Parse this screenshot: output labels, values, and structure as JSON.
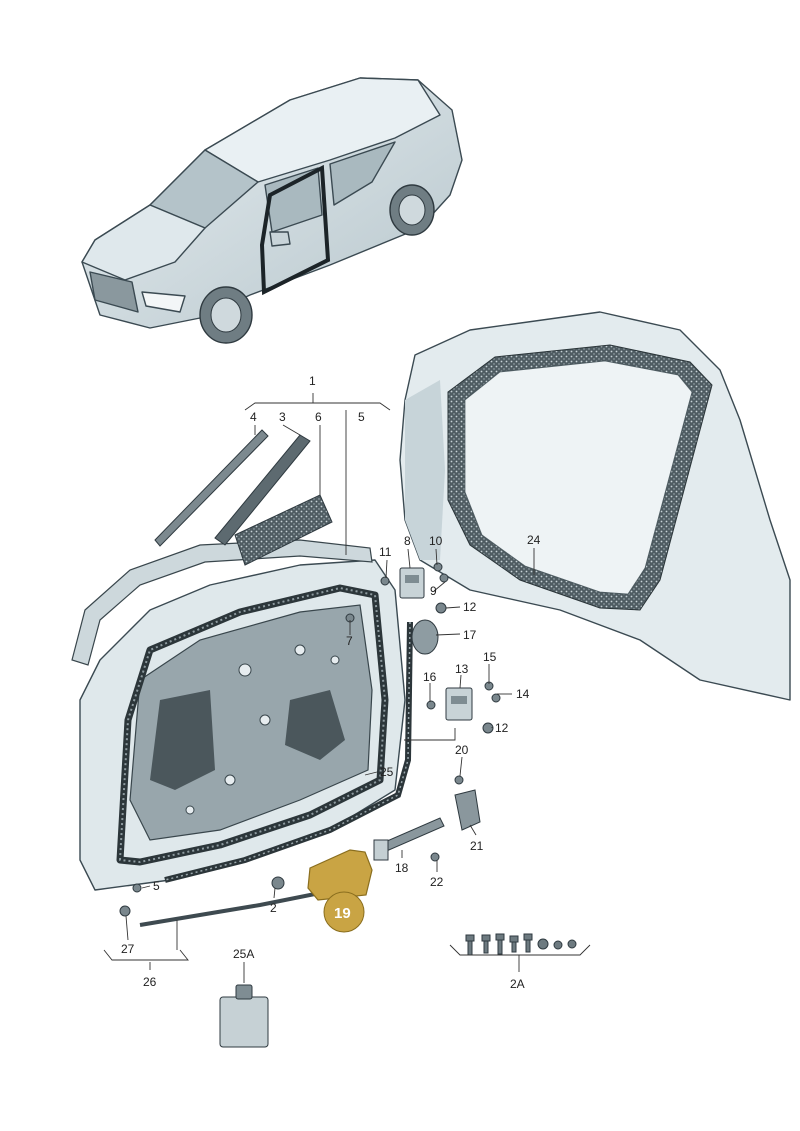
{
  "diagram": {
    "highlight_color": "#c9a444",
    "body_color": "#dde6ea",
    "shade_color": "#b9c7cd",
    "callouts": {
      "p1": "1",
      "p2": "2",
      "p2A": "2A",
      "p3": "3",
      "p4": "4",
      "p5a": "5",
      "p5b": "5",
      "p6": "6",
      "p7": "7",
      "p8": "8",
      "p9": "9",
      "p10": "10",
      "p11": "11",
      "p12a": "12",
      "p12b": "12",
      "p13": "13",
      "p14": "14",
      "p15": "15",
      "p16": "16",
      "p17": "17",
      "p18": "18",
      "p19": "19",
      "p20": "20",
      "p21": "21",
      "p22": "22",
      "p24": "24",
      "p25": "25",
      "p25A": "25A",
      "p26": "26",
      "p27": "27"
    }
  }
}
